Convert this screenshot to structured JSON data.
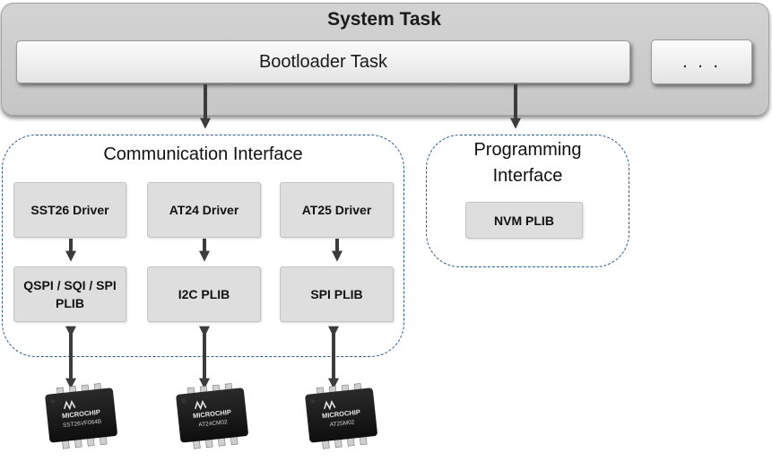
{
  "system_task": {
    "title": "System Task",
    "bootloader_task": "Bootloader Task",
    "other_tasks": ". . ."
  },
  "communication_interface": {
    "title": "Communication Interface",
    "drivers": [
      "SST26 Driver",
      "AT24 Driver",
      "AT25 Driver"
    ],
    "plibs": [
      "QSPI / SQI / SPI PLIB",
      "I2C PLIB",
      "SPI PLIB"
    ]
  },
  "programming_interface": {
    "title": "Programming Interface",
    "plib": "NVM PLIB"
  },
  "chips": [
    {
      "brand": "MICROCHIP",
      "part": "SST26VF064B"
    },
    {
      "brand": "MICROCHIP",
      "part": "AT24CM02"
    },
    {
      "brand": "MICROCHIP",
      "part": "AT25M02"
    }
  ],
  "colors": {
    "group_border": "#2e5a87",
    "box_fill": "#dedede",
    "arrow": "#3c3c3c",
    "chip_body": "#1b1b1b"
  }
}
